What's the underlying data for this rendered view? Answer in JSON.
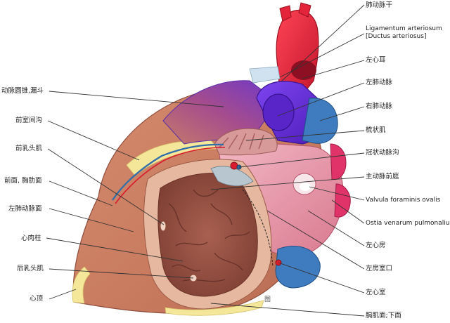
{
  "colors": {
    "ventricle": "#c87a5e",
    "ventricle_dark": "#9b5442",
    "aorta": "#e3243b",
    "pulmonary_artery": "#6a2ee0",
    "atrium": "#e9a0ae",
    "vein": "#2f6ea8",
    "fat": "#f4e79a",
    "leader": "#333333"
  },
  "labels_left": [
    {
      "id": "conus",
      "text": "动脉圆锥,漏斗"
    },
    {
      "id": "ant-interventricular-sulcus",
      "text": "前室间沟"
    },
    {
      "id": "ant-papillary",
      "text": "前乳头肌"
    },
    {
      "id": "sternocostal",
      "text": "前面, 胸肋面"
    },
    {
      "id": "left-pulmonary-surface",
      "text": "左肺动脉面"
    },
    {
      "id": "trabeculae",
      "text": "心肉柱"
    },
    {
      "id": "post-papillary",
      "text": "后乳头肌"
    },
    {
      "id": "apex",
      "text": "心顶"
    }
  ],
  "labels_right": [
    {
      "id": "pulmonary-trunk",
      "text": "肺动脉干"
    },
    {
      "id": "ligamentum-1",
      "text": "Ligamentum arteriosum"
    },
    {
      "id": "ligamentum-2",
      "text": "[Ductus arteriosus]"
    },
    {
      "id": "left-auricle",
      "text": "左心耳"
    },
    {
      "id": "left-pulmonary-artery",
      "text": "左肺动脉"
    },
    {
      "id": "right-pulmonary-artery",
      "text": "右肺动脉"
    },
    {
      "id": "pectinate",
      "text": "梳状肌"
    },
    {
      "id": "coronary-sulcus",
      "text": "冠状动脉沟"
    },
    {
      "id": "aortic-vestibule",
      "text": "主动脉前庭"
    },
    {
      "id": "valvula",
      "text": "Valvula foraminis ovalis"
    },
    {
      "id": "ostia",
      "text": "Ostia venarum pulmonalium"
    },
    {
      "id": "left-atrium",
      "text": "左心房"
    },
    {
      "id": "left-av-orifice",
      "text": "左房室口"
    },
    {
      "id": "left-ventricle",
      "text": "左心室"
    },
    {
      "id": "diaphragmatic",
      "text": "膈肌面;下面"
    }
  ],
  "figure_mark": "图"
}
